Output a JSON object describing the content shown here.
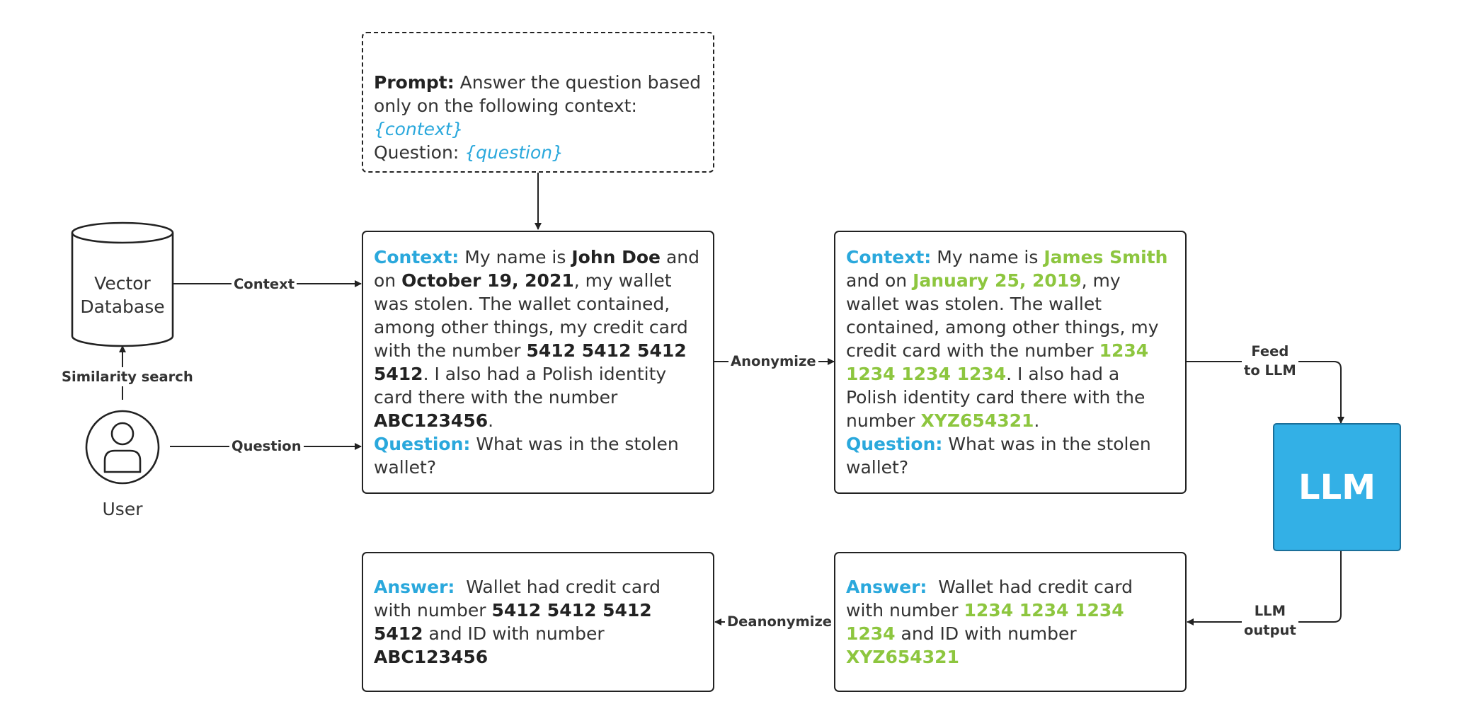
{
  "nodes": {
    "vector_db": {
      "label_line1": "Vector",
      "label_line2": "Database"
    },
    "user": {
      "label": "User"
    },
    "llm": {
      "label": "LLM"
    }
  },
  "prompt_box": {
    "prompt_label": "Prompt:",
    "text1": " Answer the question based only on the following context: ",
    "context_var": "{context}",
    "text2": "Question: ",
    "question_var": "{question}"
  },
  "original_box": {
    "context_label": "Context:",
    "t1": " My name is ",
    "name": "John Doe",
    "t2": " and on ",
    "date": "October 19, 2021",
    "t3": ", my wallet was stolen. The wallet contained, among other things, my credit card with the number ",
    "card": "5412 5412 5412 5412",
    "t4": ". I also had a Polish identity card there with the number ",
    "id": "ABC123456",
    "t5": ".",
    "question_label": "Question:",
    "question": " What was in the stolen wallet?"
  },
  "anonymized_box": {
    "context_label": "Context:",
    "t1": " My name is ",
    "name": "James Smith",
    "t2": " and on ",
    "date": "January 25, 2019",
    "t3": ", my wallet was stolen. The wallet contained, among other things, my credit card with the number ",
    "card": "1234 1234 1234 1234",
    "t4": ". I also had a Polish identity card there with the number ",
    "id": "XYZ654321",
    "t5": ".",
    "question_label": "Question:",
    "question": " What was in the stolen wallet?"
  },
  "answer_anonymized_box": {
    "answer_label": "Answer:",
    "t1": "  Wallet had credit card with number ",
    "card": "1234 1234 1234 1234",
    "t2": " and ID with number ",
    "id": "XYZ654321"
  },
  "answer_original_box": {
    "answer_label": "Answer:",
    "t1": "  Wallet had credit card with number ",
    "card": "5412 5412 5412 5412",
    "t2": " and ID with number ",
    "id": "ABC123456"
  },
  "edge_labels": {
    "context": "Context",
    "similarity_search": "Similarity search",
    "question": "Question",
    "anonymize": "Anonymize",
    "feed_line1": "Feed",
    "feed_line2": "to LLM",
    "llm_output_line1": "LLM",
    "llm_output_line2": "output",
    "deanonymize": "Deanonymize"
  },
  "colors": {
    "accent_blue": "#2aa8dc",
    "replacement_green": "#8dc63f",
    "llm_fill": "#33b0e6",
    "stroke": "#222222"
  }
}
